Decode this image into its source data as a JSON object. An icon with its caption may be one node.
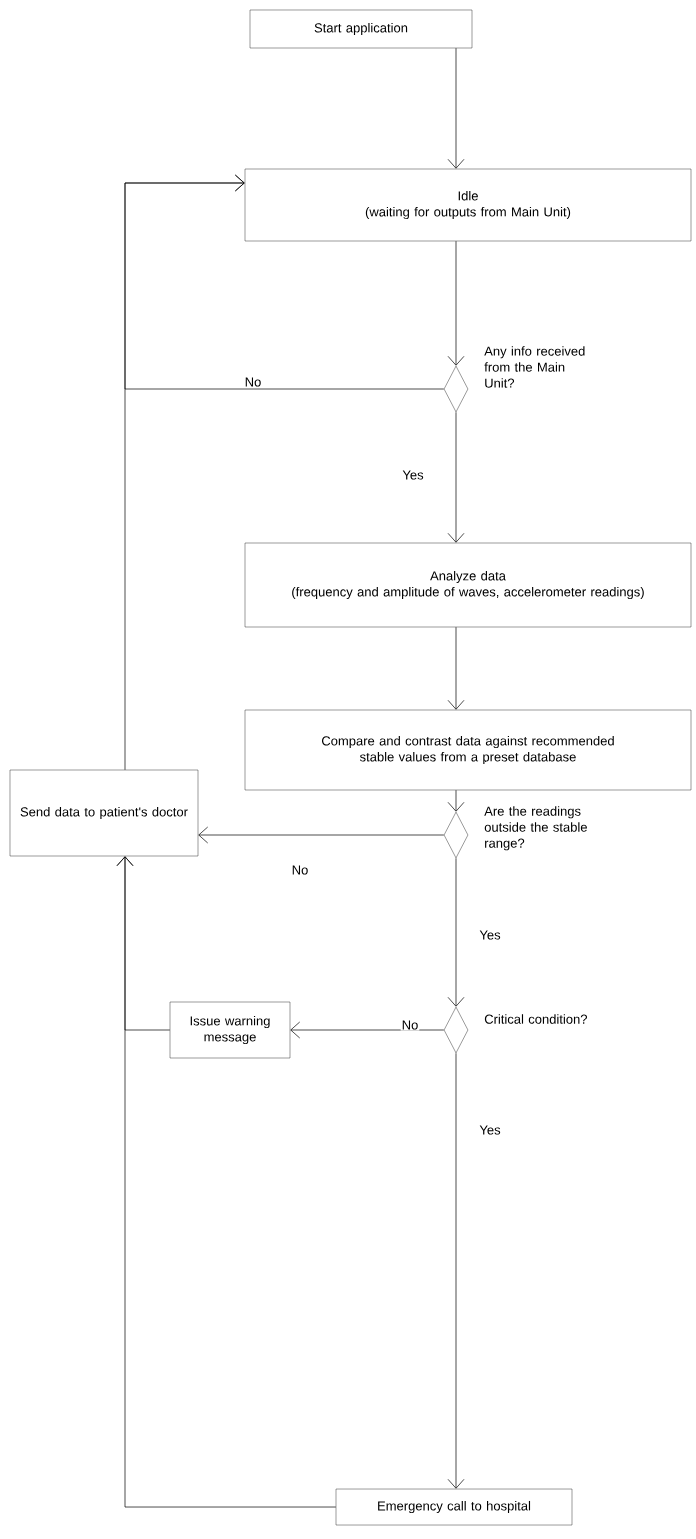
{
  "diagram": {
    "nodes": [
      {
        "text": [
          "Start application"
        ]
      },
      {
        "text": [
          "Idle",
          "(waiting for outputs from Main Unit)"
        ]
      },
      {
        "text": [],
        "shape": "diamond",
        "beside": [
          "Any info received from the Main Unit?"
        ]
      },
      {
        "text": [
          "Analyze data",
          "(frequency and amplitude of waves, accelerometer readings)"
        ]
      },
      {
        "text": [
          "Compare and contrast data against recommended stable values from a preset database"
        ]
      },
      {
        "text": [],
        "shape": "diamond",
        "beside": [
          "Are the readings outside the stable range?"
        ]
      },
      {
        "text": [
          "Send data to patient's doctor"
        ]
      },
      {
        "text": [],
        "shape": "diamond",
        "beside": [
          "Critical condition?"
        ]
      },
      {
        "text": [
          "Issue warning message"
        ]
      },
      {
        "text": [
          "Emergency call to hospital"
        ]
      }
    ],
    "edges": [
      {
        "from": 0,
        "to": 1,
        "arrow": "to"
      },
      {
        "from": 1,
        "to": 2,
        "arrow": "to"
      },
      {
        "from": 2,
        "to": 1,
        "arrow": "to",
        "label": "No"
      },
      {
        "from": 2,
        "to": 3,
        "arrow": "to",
        "label": "Yes"
      },
      {
        "from": 3,
        "to": 4,
        "arrow": "to"
      },
      {
        "from": 4,
        "to": 5,
        "arrow": "to"
      },
      {
        "from": 5,
        "to": 6,
        "arrow": "to",
        "label": "No"
      },
      {
        "from": 6,
        "to": 1,
        "arrow": "to"
      },
      {
        "from": 5,
        "to": 7,
        "arrow": "to",
        "label": "Yes"
      },
      {
        "from": 7,
        "to": 8,
        "arrow": "to",
        "label": "No"
      },
      {
        "from": 8,
        "to": 6,
        "arrow": "to"
      },
      {
        "from": 7,
        "to": 9,
        "arrow": "to",
        "label": "Yes"
      },
      {
        "from": 9,
        "to": 6,
        "arrow": "to"
      }
    ]
  }
}
